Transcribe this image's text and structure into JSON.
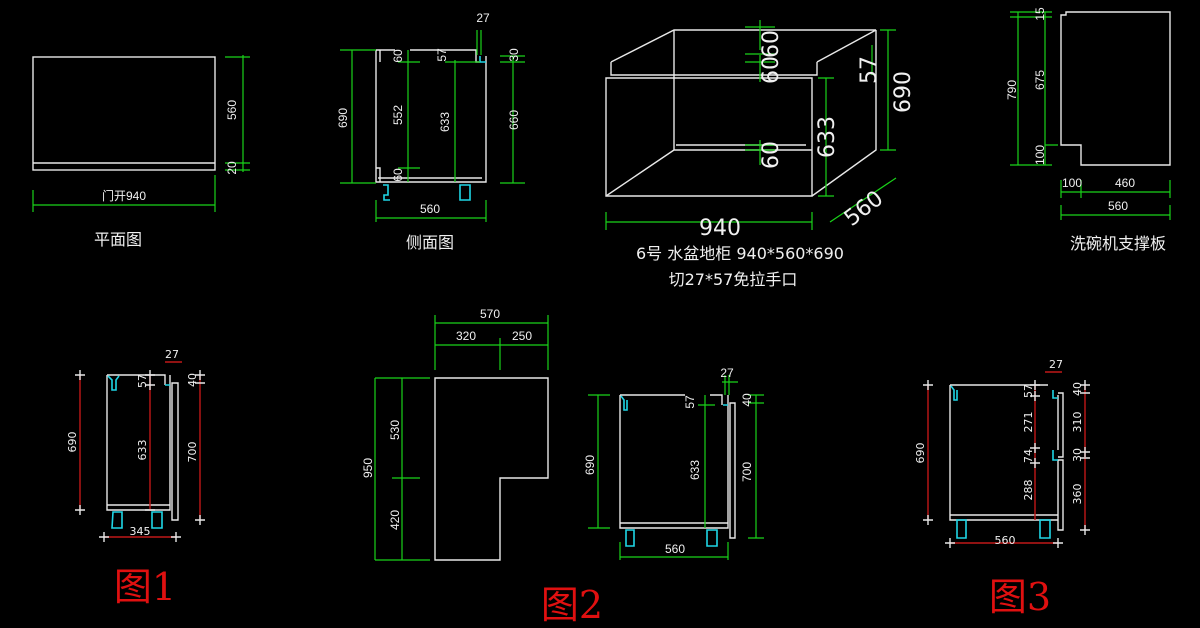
{
  "plan": {
    "d560": "560",
    "d20": "20",
    "door": "门开940",
    "title": "平面图"
  },
  "side": {
    "d27": "27",
    "d690": "690",
    "d60a": "60",
    "d552": "552",
    "d60b": "60",
    "d57": "57",
    "d633": "633",
    "d30": "30",
    "d660": "660",
    "d560": "560",
    "title": "侧面图"
  },
  "iso": {
    "d60a": "60",
    "d60b": "60",
    "d60c": "60",
    "d57": "57",
    "d690": "690",
    "d633": "633",
    "d940": "940",
    "d560": "560",
    "line1": "6号  水盆地柜  940*560*690",
    "line2": "切27*57免拉手口"
  },
  "dish": {
    "d15": "15",
    "d790": "790",
    "d675": "675",
    "d100v": "100",
    "d100h": "100",
    "d460": "460",
    "d560": "560",
    "title": "洗碗机支撑板"
  },
  "fig1": {
    "d27": "27",
    "d57": "57",
    "d40": "40",
    "d690": "690",
    "d633": "633",
    "d700": "700",
    "d345": "345",
    "label": "图1"
  },
  "lshape": {
    "d570": "570",
    "d320": "320",
    "d250": "250",
    "d950": "950",
    "d530": "530",
    "d420": "420"
  },
  "fig2": {
    "d27": "27",
    "d57": "57",
    "d40": "40",
    "d690": "690",
    "d633": "633",
    "d700": "700",
    "d560": "560",
    "label": "图2"
  },
  "fig3": {
    "d27": "27",
    "d57": "57",
    "d40": "40",
    "d690": "690",
    "d271": "271",
    "d310": "310",
    "d74": "74",
    "d30": "30",
    "d288": "288",
    "d360": "360",
    "d560": "560",
    "label": "图3"
  },
  "colors": {
    "background": "#000000",
    "outline": "#e8e8e8",
    "dimension_green": "#19d219",
    "dimension_red": "#c01818",
    "hardware": "#1fd6e6",
    "label_red": "#e01010"
  }
}
